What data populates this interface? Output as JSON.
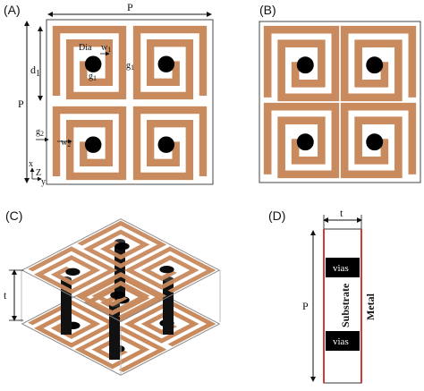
{
  "panels": {
    "a": {
      "label": "(A)"
    },
    "b": {
      "label": "(B)"
    },
    "c": {
      "label": "(C)"
    },
    "d": {
      "label": "(D)"
    }
  },
  "dimensions": {
    "p_top": "P",
    "p_left": "P",
    "d1": "d",
    "d1_sub": "1",
    "dia": "Dia",
    "w1": "w",
    "w1_sub": "1",
    "g1_right": "g",
    "g1_right_sub": "1",
    "g1_below": "g",
    "g1_below_sub": "1",
    "g2": "g",
    "g2_sub": "2",
    "w2": "w",
    "w2_sub": "2",
    "axis_x": "x",
    "axis_z": "Z",
    "axis_y": "y",
    "t_c": "t",
    "t_d": "t",
    "p_d": "P"
  },
  "cross_section": {
    "vias_top": "vias",
    "vias_bottom": "vias",
    "substrate": "Substrate",
    "metal": "Metal"
  },
  "colors": {
    "copper": "#c98a5e",
    "via": "#000000",
    "outline": "#555555",
    "metal_line": "#d23a3a"
  }
}
